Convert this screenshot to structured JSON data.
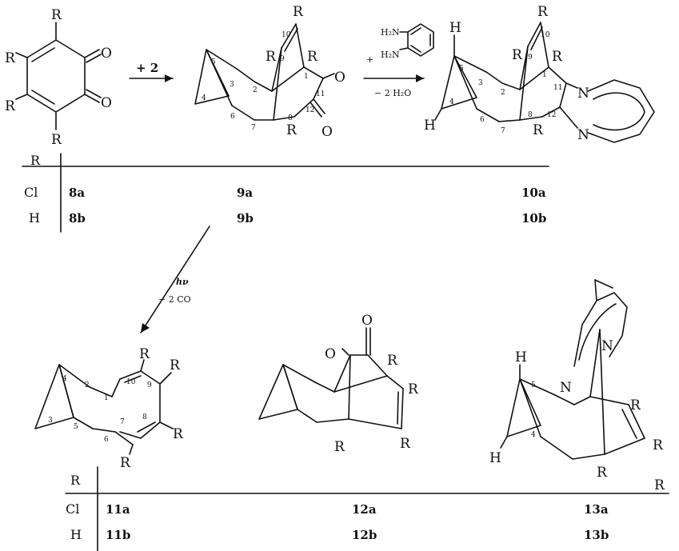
{
  "substituent_symbol": "R",
  "reagent_2": "+ 2",
  "arrow1": {
    "reagent_plus": "+",
    "amine_h2n_top": "H₂N",
    "amine_h2n_bottom": "H₂N",
    "byproduct": "− 2 H₂O"
  },
  "arrow_hv": {
    "light": "hν",
    "byproduct": "− 2 CO"
  },
  "hetero": {
    "oxygen": "O",
    "nitrogen": "N",
    "hydrogen": "H"
  },
  "table_top": {
    "header": "R",
    "rows": [
      {
        "r": "Cl",
        "a": "8a",
        "b": "9a",
        "c": "10a"
      },
      {
        "r": "H",
        "a": "8b",
        "b": "9b",
        "c": "10b"
      }
    ]
  },
  "table_bottom": {
    "header": "R",
    "rows": [
      {
        "r": "Cl",
        "a": "11a",
        "b": "12a",
        "c": "13a"
      },
      {
        "r": "H",
        "a": "11b",
        "b": "12b",
        "c": "13b"
      }
    ]
  },
  "numbering": {
    "c9": [
      "1",
      "2",
      "3",
      "4",
      "5",
      "6",
      "7",
      "8",
      "9",
      "10",
      "11",
      "12"
    ],
    "c10": [
      "1",
      "2",
      "3",
      "4",
      "5",
      "6",
      "7",
      "8",
      "9",
      "10",
      "11",
      "12"
    ],
    "c11": [
      "1",
      "2",
      "3",
      "4",
      "5",
      "6",
      "7",
      "8",
      "9",
      "10"
    ]
  }
}
